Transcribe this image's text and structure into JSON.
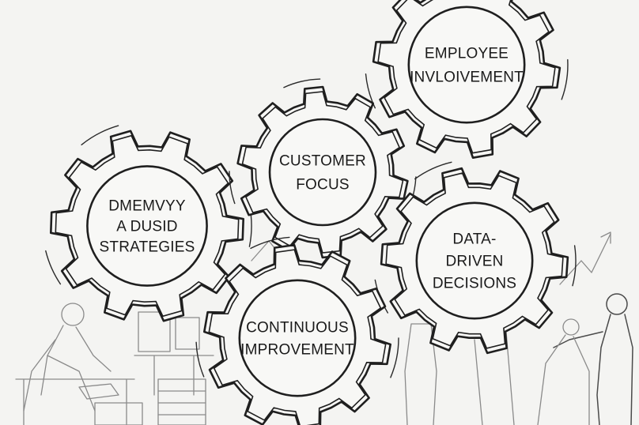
{
  "gears": [
    {
      "id": "employee-involvement",
      "lines": [
        "EMPLOYEE",
        "INVLOIVEMENT"
      ]
    },
    {
      "id": "customer-focus",
      "lines": [
        "CUSTOMER",
        "FOCUS"
      ]
    },
    {
      "id": "strategies",
      "lines": [
        "DMEMVYY",
        "A DUSID",
        "STRATEGIES"
      ]
    },
    {
      "id": "data-driven-decisions",
      "lines": [
        "DATA-",
        "DRIVEN",
        "DECISIONS"
      ]
    },
    {
      "id": "continuous-improvement",
      "lines": [
        "CONTINUOUS",
        "IMPROVEMENT"
      ]
    }
  ],
  "palette": {
    "ink": "#1f1f1f",
    "paper": "#f4f4f2",
    "sketch": "#8a8a8a"
  }
}
